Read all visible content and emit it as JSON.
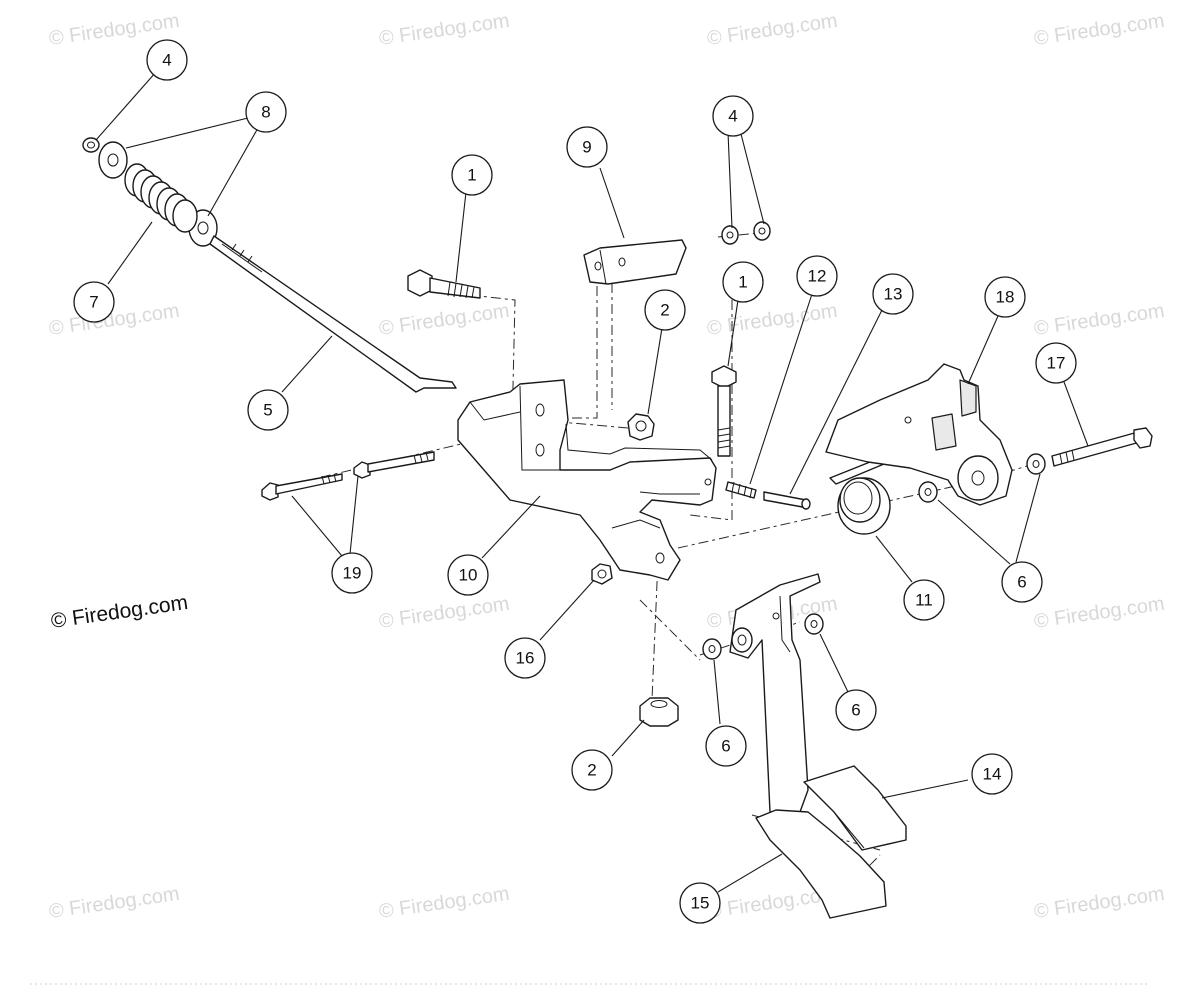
{
  "copyright_text": "© Firedog.com",
  "watermark_text": "© Firedog.com",
  "callouts": [
    {
      "id": "c4a",
      "label": "4"
    },
    {
      "id": "c8",
      "label": "8"
    },
    {
      "id": "c7",
      "label": "7"
    },
    {
      "id": "c1a",
      "label": "1"
    },
    {
      "id": "c9",
      "label": "9"
    },
    {
      "id": "c4b",
      "label": "4"
    },
    {
      "id": "c2a",
      "label": "2"
    },
    {
      "id": "c1b",
      "label": "1"
    },
    {
      "id": "c12",
      "label": "12"
    },
    {
      "id": "c13",
      "label": "13"
    },
    {
      "id": "c18",
      "label": "18"
    },
    {
      "id": "c17",
      "label": "17"
    },
    {
      "id": "c5",
      "label": "5"
    },
    {
      "id": "c19",
      "label": "19"
    },
    {
      "id": "c10",
      "label": "10"
    },
    {
      "id": "c11",
      "label": "11"
    },
    {
      "id": "c6a",
      "label": "6"
    },
    {
      "id": "c16",
      "label": "16"
    },
    {
      "id": "c6b",
      "label": "6"
    },
    {
      "id": "c6c",
      "label": "6"
    },
    {
      "id": "c2b",
      "label": "2"
    },
    {
      "id": "c14",
      "label": "14"
    },
    {
      "id": "c15",
      "label": "15"
    }
  ]
}
